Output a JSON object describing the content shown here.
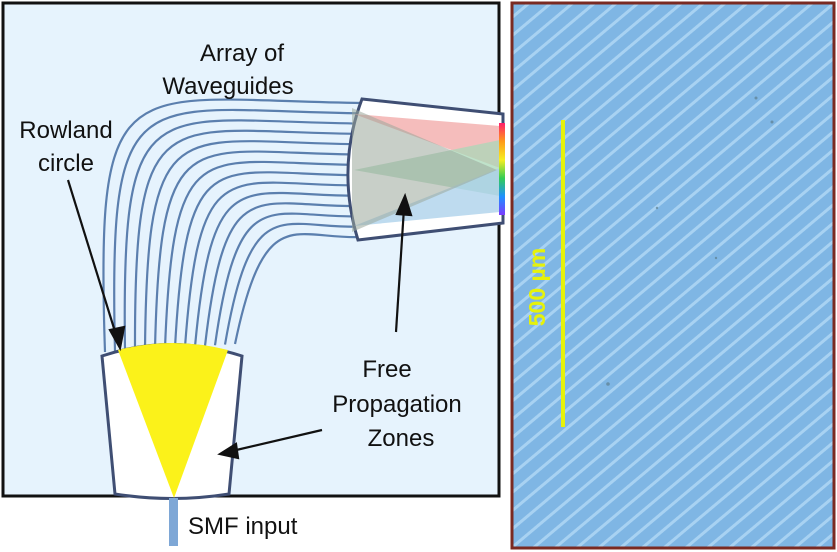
{
  "labels": {
    "array_line1": "Array of",
    "array_line2": "Waveguides",
    "rowland_line1": "Rowland",
    "rowland_line2": "circle",
    "free_line1": "Free",
    "free_line2": "Propagation",
    "free_line3": "Zones",
    "smf": "SMF input",
    "scale_bar": "500 µm"
  },
  "colors": {
    "panel_bg": "#e6f3fd",
    "panel_border": "#111111",
    "waveguide": "#5b7fae",
    "fpz_fill": "#ffffff",
    "fpz_border": "#3f4e73",
    "input_cone": "#fbf21a",
    "smf_fiber": "#7ea7d6",
    "micrograph_bg": "#7fb6e4",
    "micrograph_stripe": "#a8d2f2",
    "micrograph_border": "#7a2a22",
    "scale_bar": "#e6f20a",
    "ray_red": "#f2a7a5",
    "ray_green": "#a9d8b8",
    "ray_blue": "#a8cfea"
  }
}
